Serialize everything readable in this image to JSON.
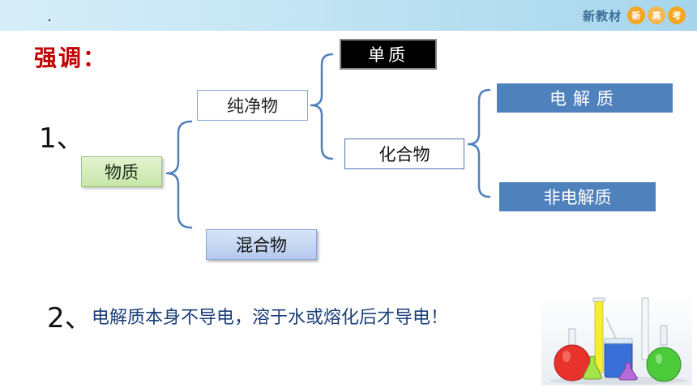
{
  "header": {
    "brand": "新教材",
    "badges": [
      "新",
      "高",
      "考"
    ],
    "badge_colors": [
      "#f5a623",
      "#f7b64a",
      "#f5a623"
    ]
  },
  "title": "强调：",
  "point1": {
    "number": "1、"
  },
  "tree": {
    "root": "物质",
    "pure": "纯净物",
    "mixture": "混合物",
    "element": "单质",
    "compound": "化合物",
    "electrolyte": "电解质",
    "nonelectrolyte": "非电解质"
  },
  "point2": {
    "number": "2、",
    "text": "电解质本身不导电，溶于水或熔化后才导电！"
  },
  "colors": {
    "title": "#c00000",
    "bracket": "#4f81bd",
    "statement": "#1a3e7a",
    "leaf": "#4f81bd"
  }
}
